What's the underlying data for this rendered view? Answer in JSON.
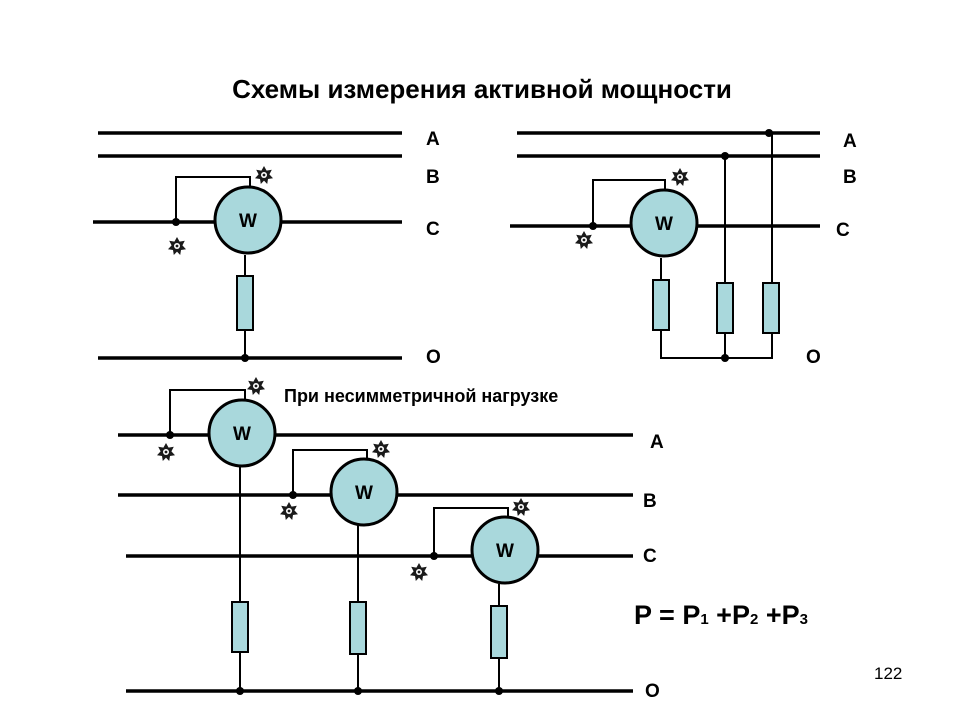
{
  "slide": {
    "title": "Схемы измерения активной мощности",
    "page_number": "122"
  },
  "diagram1": {
    "labels": {
      "a": "A",
      "b": "B",
      "c": "C",
      "o": "O"
    },
    "meter_label": "W"
  },
  "diagram2": {
    "labels": {
      "a": "A",
      "b": "B",
      "c": "C",
      "o": "O"
    },
    "meter_label": "W"
  },
  "diagram3": {
    "caption": "При несимметричной нагрузке",
    "labels": {
      "a": "A",
      "b": "B",
      "c": "C",
      "o": "O"
    },
    "meter1_label": "W",
    "meter2_label": "W",
    "meter3_label": "W",
    "formula": {
      "p": "P",
      "eq": " = ",
      "p1": "P",
      "s1": "1",
      "plus1": " +",
      "p2": "P",
      "s2": "2",
      "plus2": " +",
      "p3": "P",
      "s3": "3"
    }
  },
  "colors": {
    "meter_fill": "#a9d8dc",
    "line": "#000000"
  },
  "icons": [
    "generator-star-icon"
  ]
}
